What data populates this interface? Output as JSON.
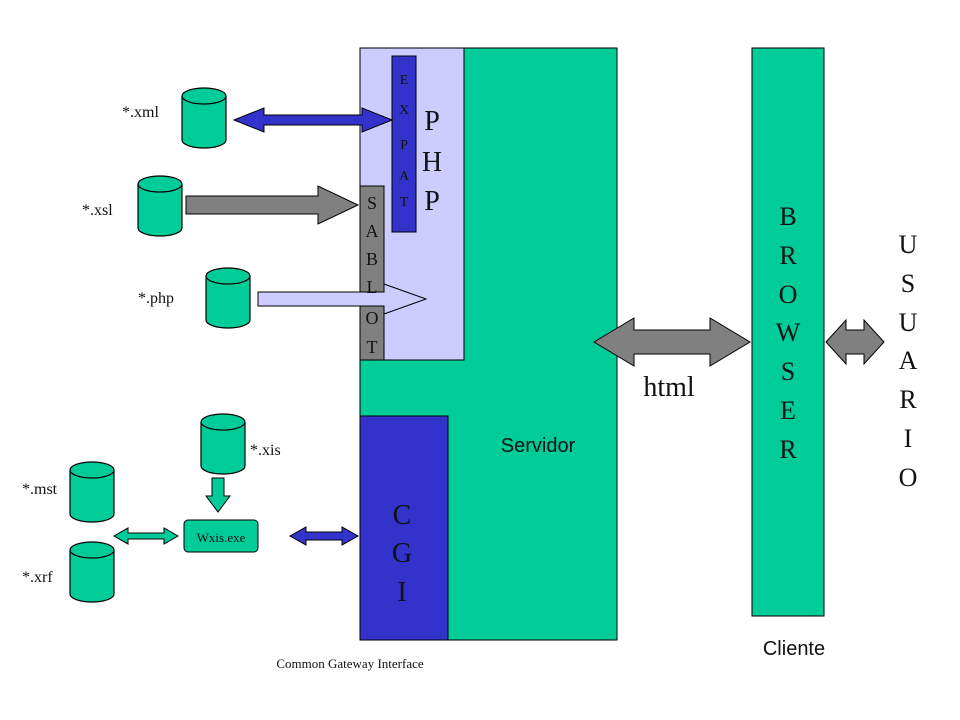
{
  "files": {
    "xml": "*.xml",
    "xsl": "*.xsl",
    "php": "*.php",
    "xis": "*.xis",
    "mst": "*.mst",
    "xrf": "*.xrf"
  },
  "server": {
    "label": "Servidor",
    "php_label": [
      "P",
      "H",
      "P"
    ],
    "expat_label": [
      "E",
      "X",
      "P",
      "A",
      "T"
    ],
    "sablot_label": [
      "S",
      "A",
      "B",
      "L",
      "O",
      "T"
    ],
    "cgi_label": [
      "C",
      "G",
      "I"
    ],
    "cgi_caption": "Common Gateway Interface"
  },
  "wxis": {
    "label": "Wxis.exe"
  },
  "html_label": "html",
  "browser": {
    "label": [
      "B",
      "R",
      "O",
      "W",
      "S",
      "E",
      "R"
    ],
    "caption": "Cliente"
  },
  "user": {
    "label": [
      "U",
      "S",
      "U",
      "A",
      "R",
      "I",
      "O"
    ]
  },
  "colors": {
    "server_green": "#00CC99",
    "php_lavender": "#CCCCFF",
    "expat_blue": "#3333CC",
    "cgi_blue": "#3333CC",
    "sablot_gray": "#808080",
    "arrow_gray": "#808080",
    "arrow_blue": "#3333CC"
  }
}
